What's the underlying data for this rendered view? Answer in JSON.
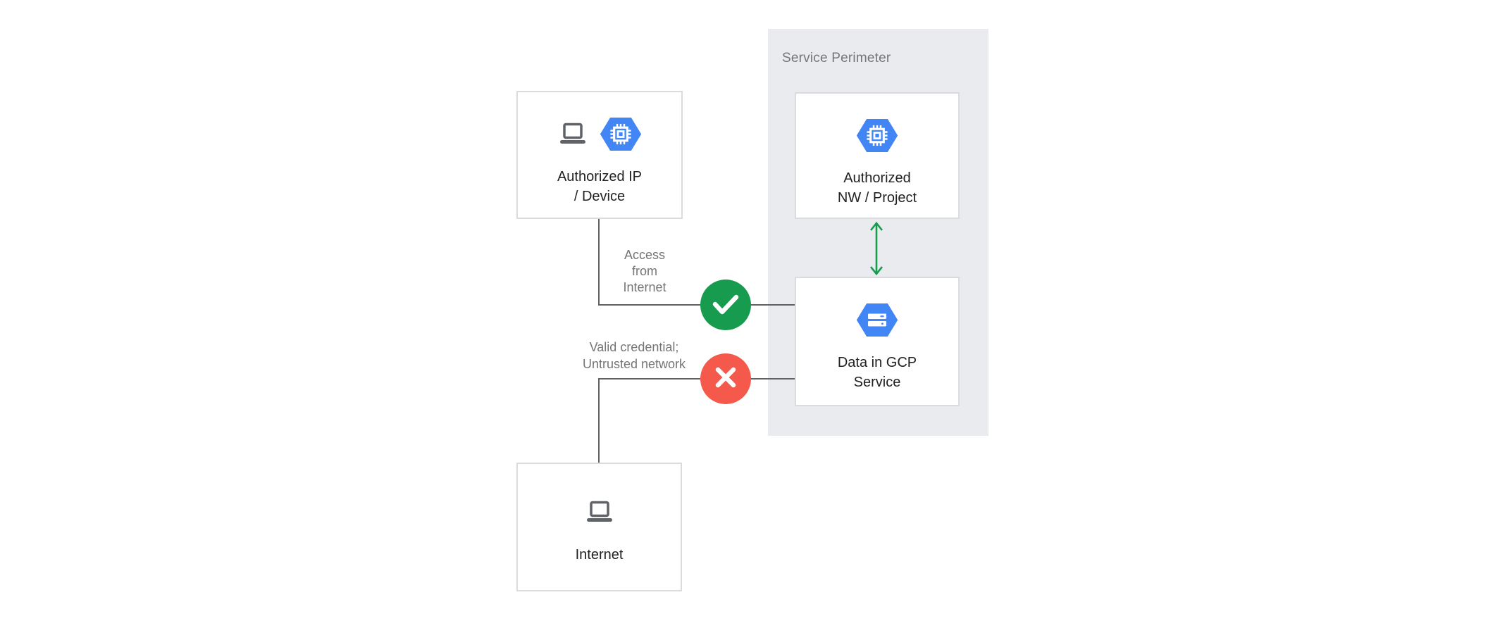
{
  "diagram": {
    "perimeter": {
      "title": "Service Perimeter"
    },
    "nodes": {
      "authorized_ip": {
        "line1": "Authorized IP",
        "line2": "/ Device"
      },
      "authorized_nw": {
        "line1": "Authorized",
        "line2": "NW / Project"
      },
      "data_gcp": {
        "line1": "Data in GCP",
        "line2": "Service"
      },
      "internet": {
        "line1": "Internet"
      }
    },
    "connectors": {
      "access": {
        "line1": "Access",
        "line2": "from",
        "line3": "Internet",
        "result": "allowed",
        "result_icon": "check-icon"
      },
      "untrusted": {
        "line1": "Valid credential;",
        "line2": "Untrusted network",
        "result": "denied",
        "result_icon": "x-icon"
      },
      "perimeter_link": {
        "icon": "double-arrow-icon"
      }
    },
    "colors": {
      "allowed_green": "#169b4f",
      "denied_red": "#f4594b",
      "gcp_blue": "#4285f4",
      "perimeter_fill": "#e9ebee",
      "connector_gray": "#616161",
      "label_gray": "#757575",
      "text_dark": "#212121"
    }
  }
}
